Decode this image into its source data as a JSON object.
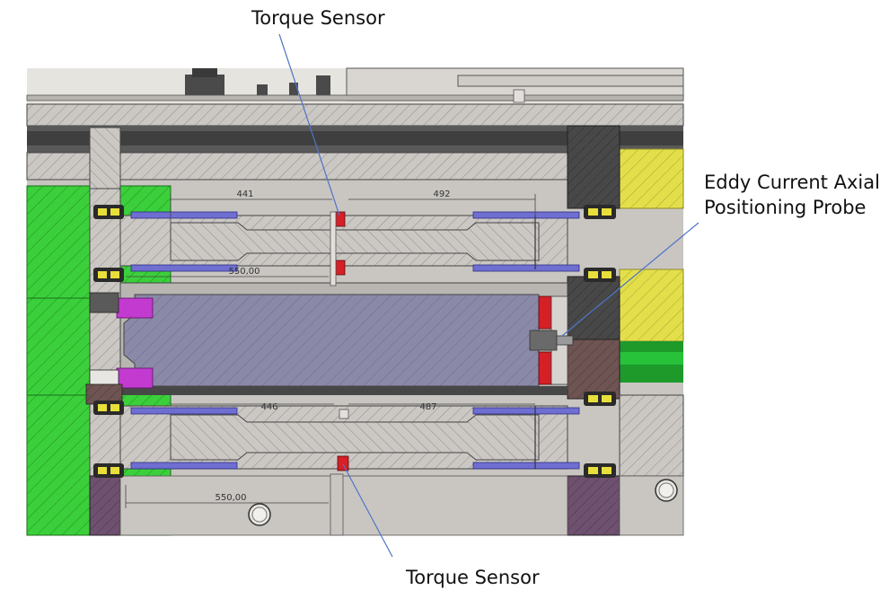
{
  "callouts": {
    "torque_top": "Torque Sensor",
    "eddy_line1": "Eddy Current Axial",
    "eddy_line2": "Positioning Probe",
    "torque_bottom": "Torque Sensor"
  },
  "dimensions": {
    "upper_left": "441",
    "upper_right": "492",
    "upper_total": "550,00",
    "lower_left": "446",
    "lower_right": "487",
    "lower_total": "550,00"
  },
  "colors": {
    "housing": "#c8c5c1",
    "hatch": "#8e8b87",
    "green_block": "#3ccf3c",
    "yellow_block": "#e3e04a",
    "shaft": "#8a88a6",
    "bearing": "#e8df3a",
    "torque_sensor": "#d61f26",
    "probe_holder": "#c23ad0",
    "sleeve": "#6f6fd2",
    "leader": "#4f74c8",
    "dark_block": "#474747",
    "brown_block": "#6e5451",
    "purple_block": "#6d4f6e"
  }
}
